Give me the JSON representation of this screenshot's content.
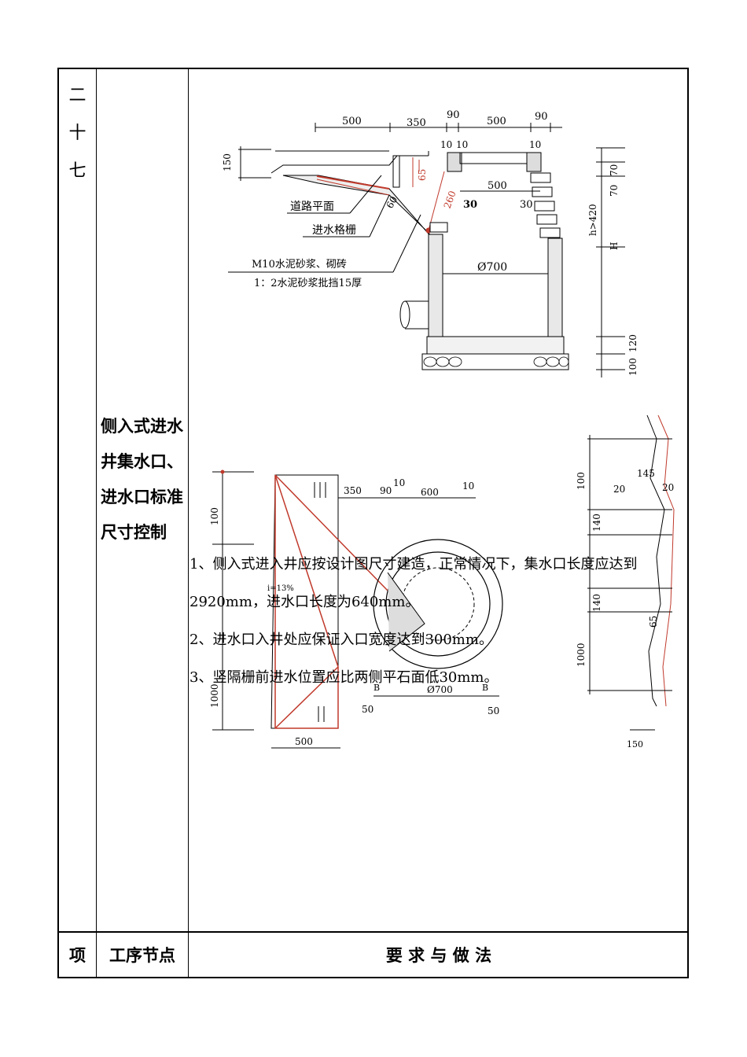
{
  "item_number": [
    "二",
    "十",
    "七"
  ],
  "process_name": "侧入式进水井集水口、进水口标准尺寸控制",
  "requirements": [
    "1、侧入式进入井应按设计图尺寸建造，正常情况下，集水口长度应达到2920mm，进水口长度为640mm。",
    "2、进水口入井处应保证入口宽度达到300mm。",
    "3、竖隔栅前进水位置应比两侧平石面低30mm。"
  ],
  "header": {
    "col1": "项",
    "col2": "工序节点",
    "col3": "要 求 与 做 法"
  },
  "drawing_section": {
    "dims_top": [
      "500",
      "350",
      "90",
      "500",
      "90"
    ],
    "dims_small": [
      "10",
      "10",
      "10"
    ],
    "dims_left": "150",
    "dims_red": [
      "65",
      "260"
    ],
    "dims_mid": [
      "500",
      "30",
      "30",
      "60"
    ],
    "dims_right": [
      "70",
      "70",
      "h>420",
      "H",
      "120",
      "100"
    ],
    "labels": [
      "道路平面",
      "进水格栅",
      "M10水泥砂浆、砌砖",
      "1：2水泥砂浆批挡15厚"
    ],
    "diameter": "Ø700"
  },
  "drawing_plan": {
    "dims_top": [
      "350",
      "90",
      "10",
      "600",
      "10"
    ],
    "dims_left": [
      "100",
      "1000"
    ],
    "dims_bottom": [
      "500",
      "50",
      "50",
      "Ø700"
    ],
    "slope": "i=13%",
    "marks": [
      "B",
      "B"
    ],
    "side_dims": [
      "100",
      "145",
      "20",
      "20",
      "140",
      "140",
      "1000",
      "150",
      "65"
    ]
  },
  "colors": {
    "red": "#c0392b",
    "line": "#000000"
  }
}
